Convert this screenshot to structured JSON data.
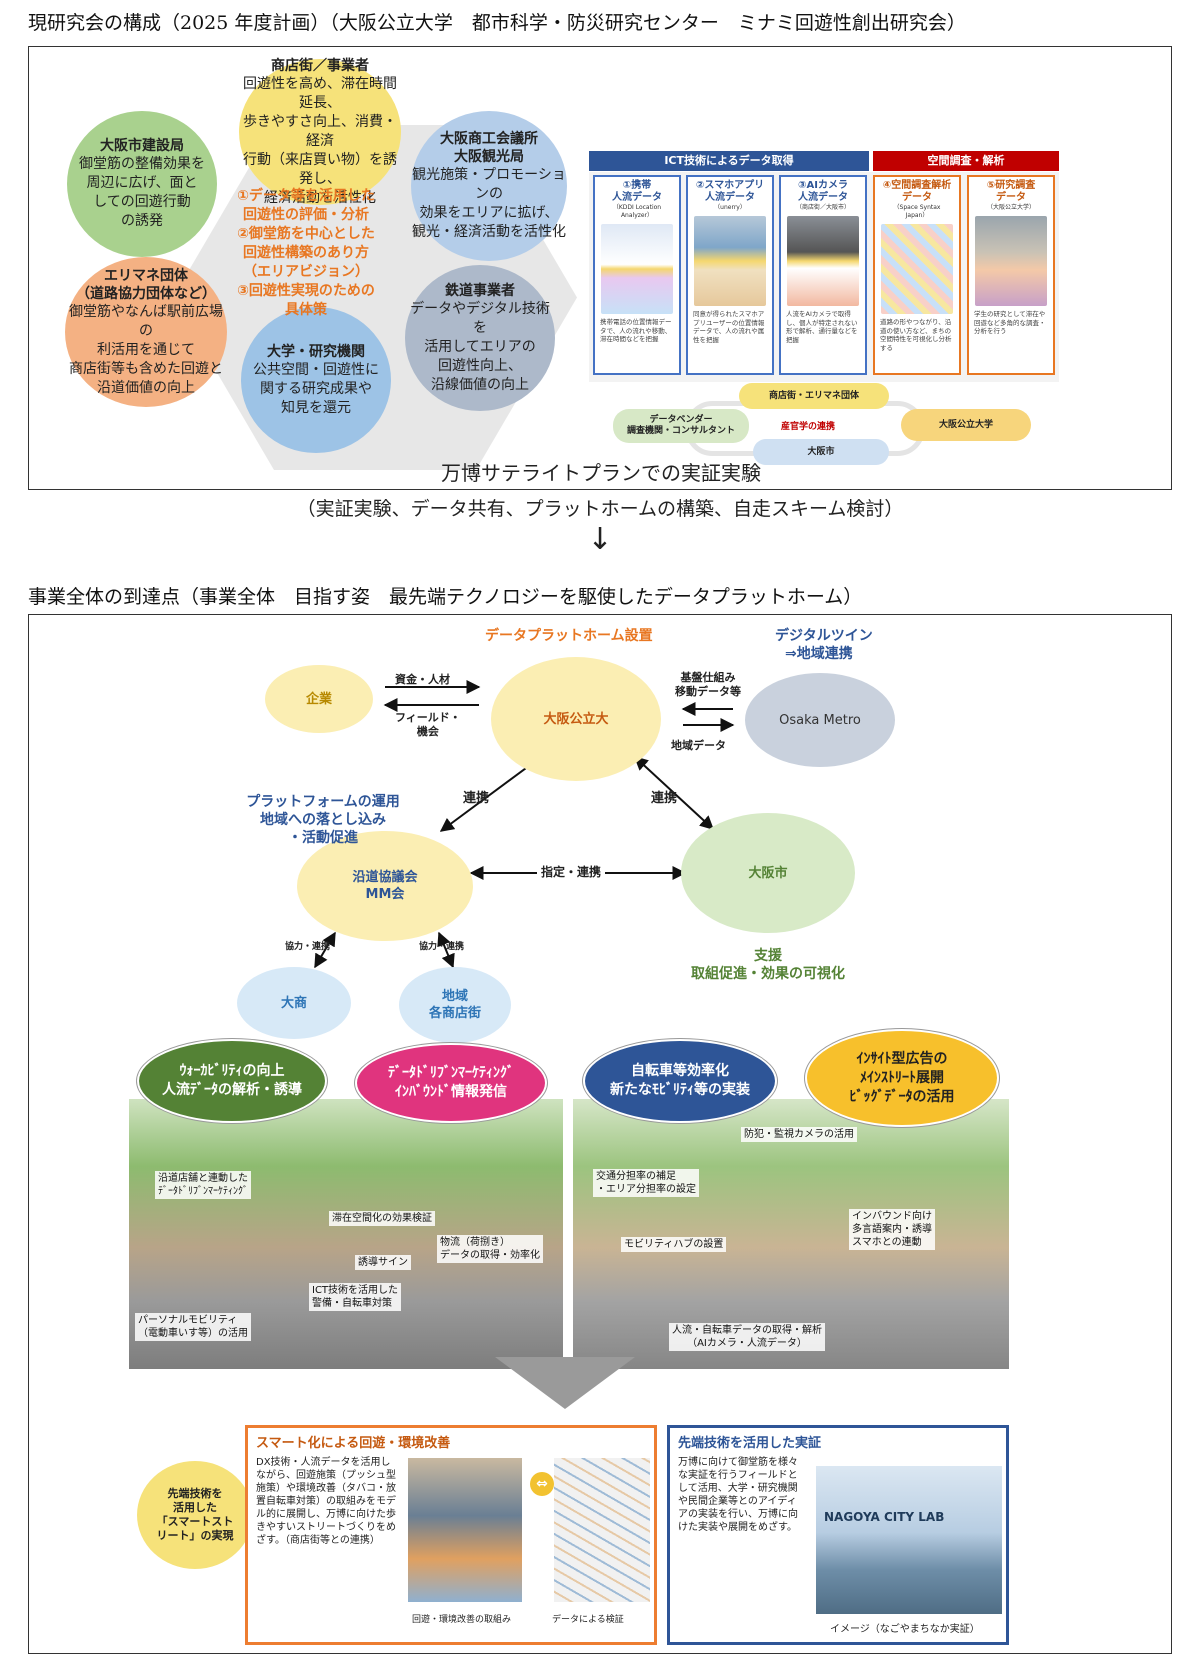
{
  "top": {
    "heading": "現研究会の構成（2025 年度計画）（大阪公立大学　都市科学・防災研究センター　ミナミ回遊性創出研究会）",
    "circles": [
      {
        "title": "商店街／事業者",
        "body": [
          "回遊性を高め、滞在時間延長、",
          "歩きやすさ向上、消費・経済",
          "行動（来店買い物）を誘発し、",
          "経済活動を活性化"
        ],
        "color": "#f6e27a"
      },
      {
        "title": "大阪市建設局",
        "body": [
          "御堂筋の整備効果を",
          "周辺に広げ、面と",
          "しての回遊行動",
          "の誘発"
        ],
        "color": "#a9d18e"
      },
      {
        "title": "大阪商工会議所\n大阪観光局",
        "body": [
          "観光施策・プロモーションの",
          "効果をエリアに拡げ、",
          "観光・経済活動を活性化"
        ],
        "color": "#b4cde9"
      },
      {
        "title": "エリマネ団体\n（道路協力団体など）",
        "body": [
          "御堂筋やなんば駅前広場の",
          "利活用を通じて",
          "商店街等も含めた回遊と",
          "沿道価値の向上"
        ],
        "color": "#f4b183"
      },
      {
        "title": "鉄道事業者",
        "body": [
          "データやデジタル技術を",
          "活用してエリアの",
          "回遊性向上、",
          "沿線価値の向上"
        ],
        "color": "#adb9ca"
      },
      {
        "title": "大学・研究機関",
        "body": [
          "公共空間・回遊性に",
          "関する研究成果や",
          "知見を還元"
        ],
        "color": "#9dc3e6"
      }
    ],
    "center_lines": [
      "①データ等を活用した",
      "回遊性の評価・分析",
      "②御堂筋を中心とした",
      "回遊性構築のあり方",
      "（エリアビジョン）",
      "③回遊性実現のための",
      "具体策"
    ],
    "ict": {
      "header_left": "ICT技術によるデータ取得",
      "header_right": "空間調査・解析",
      "cols": [
        {
          "title": "①携帯\n人流データ",
          "sub": "（KDDI Location\nAnalyzer）",
          "desc": "携帯電話の位置情報データで、人の流れや移動、滞在時間などを把握",
          "color": "#4472c4"
        },
        {
          "title": "②スマホアプリ\n人流データ",
          "sub": "（unerry）",
          "desc": "同意が得られたスマホアプリユーザーの位置情報データで、人の流れや属性を把握",
          "color": "#4472c4"
        },
        {
          "title": "③AIカメラ\n人流データ",
          "sub": "（商店街／大阪市）",
          "desc": "人流をAIカメラで取得し、個人が特定されない形で解析、通行量などを把握",
          "color": "#4472c4"
        },
        {
          "title": "④空間調査解析\nデータ",
          "sub": "（Space Syntax\nJapan）",
          "desc": "道路の形やつながり、沿道の使い方など、まちの空間特性を可視化し分析する",
          "color": "#e87722"
        },
        {
          "title": "⑤研究調査\nデータ",
          "sub": "（大阪公立大学）",
          "desc": "学生の研究として滞在や回遊など多角的な調査・分析を行う",
          "color": "#e87722"
        }
      ],
      "cluster": {
        "top": "商店街・エリマネ団体",
        "left": "データベンダー\n調査機関・コンサルタント",
        "center": "産官学の連携",
        "right": "大阪公立大学",
        "bottom": "大阪市"
      }
    },
    "bottom_text": "万博サテライトプランでの実証実験"
  },
  "middle_text": "（実証実験、データ共有、プラットホームの構築、自走スキーム検討）",
  "arrow_glyph": "↓",
  "bottom": {
    "heading": "事業全体の到達点（事業全体　目指す姿　最先端テクノロジーを駆使したデータプラットホーム）",
    "platform_title": "データプラットホーム設置",
    "digital_twin": [
      "デジタルツイン",
      "⇒地域連携"
    ],
    "nodes": {
      "kigyo": "企業",
      "univ": "大阪公立大",
      "metro": "Osaka Metro",
      "council": "沿道協議会\nMM会",
      "city": "大阪市",
      "daisho": "大商",
      "shops": "地域\n各商店街"
    },
    "edge_labels": {
      "shikin": "資金・人材",
      "field": "フィールド・\n機会",
      "kiban": "基盤仕組み\n移動データ等",
      "chiiki": "地域データ",
      "renkei_left": "連携",
      "renkei_right": "連携",
      "shitei": "指定・連携",
      "kyoryoku1": "協力・連携",
      "kyoryoku2": "協力・連携"
    },
    "platform_ops": [
      "プラットフォームの運用",
      "地域への落とし込み",
      "・活動促進"
    ],
    "support": [
      "支援",
      "取組促進・効果の可視化"
    ],
    "badges": [
      {
        "text": "ｳｫｰｶﾋﾞﾘﾃｨの向上\n人流ﾃﾞｰﾀの解析・誘導",
        "color": "#548235"
      },
      {
        "text": "ﾃﾞｰﾀﾄﾞﾘﾌﾞﾝﾏｰｹﾃｨﾝｸﾞ\nｲﾝﾊﾞｳﾝﾄﾞ情報発信",
        "color": "#e0347e"
      },
      {
        "text": "自転車等効率化\n新たなﾓﾋﾞﾘﾃｨ等の実装",
        "color": "#2e5597"
      },
      {
        "text": "ｲﾝｻｲﾄ型広告の\nﾒｲﾝｽﾄﾘｰﾄ展開\nﾋﾞｯｸﾞﾃﾞｰﾀの活用",
        "color": "#f7c02c"
      }
    ],
    "scene_left_labels": [
      "沿道店舗と連動した\nﾃﾞｰﾀﾄﾞﾘﾌﾞﾝﾏｰｹﾃｨﾝｸﾞ",
      "滞在空間化の効果検証",
      "誘導サイン",
      "物流（荷捌き）\nデータの取得・効率化",
      "ICT技術を活用した\n警備・自転車対策",
      "パーソナルモビリティ\n（電動車いす等）の活用"
    ],
    "scene_right_labels": [
      "防犯・監視カメラの活用",
      "交通分担率の補足\n・エリア分担率の設定",
      "インバウンド向け\n多言語案内・誘導\nスマホとの連動",
      "モビリティハブの設置",
      "人流・自転車データの取得・解析\n（AIカメラ・人流データ）"
    ],
    "smart_street": "先端技術を\n活用した\n「スマートスト\nリート」の実現",
    "box1": {
      "title": "スマート化による回遊・環境改善",
      "text": "DX技術・人流データを活用しながら、回遊施策（プッシュ型施策）や環境改善（タバコ・放置自転車対策）の取組みをモデル的に展開し、万博に向けた歩きやすいストリートづくりをめざす。（商店街等との連携）",
      "cap1": "回遊・環境改善の取組み",
      "cap2": "データによる検証"
    },
    "box2": {
      "title": "先端技術を活用した実証",
      "text": "万博に向けて御堂筋を様々な実証を行うフィールドとして活用、大学・研究機関や民間企業等とのアイディアの実装を行い、万博に向けた実装や展開をめざす。",
      "photo_text": "NAGOYA CITY LAB",
      "caption": "イメージ（なごやまちなか実証）"
    }
  }
}
